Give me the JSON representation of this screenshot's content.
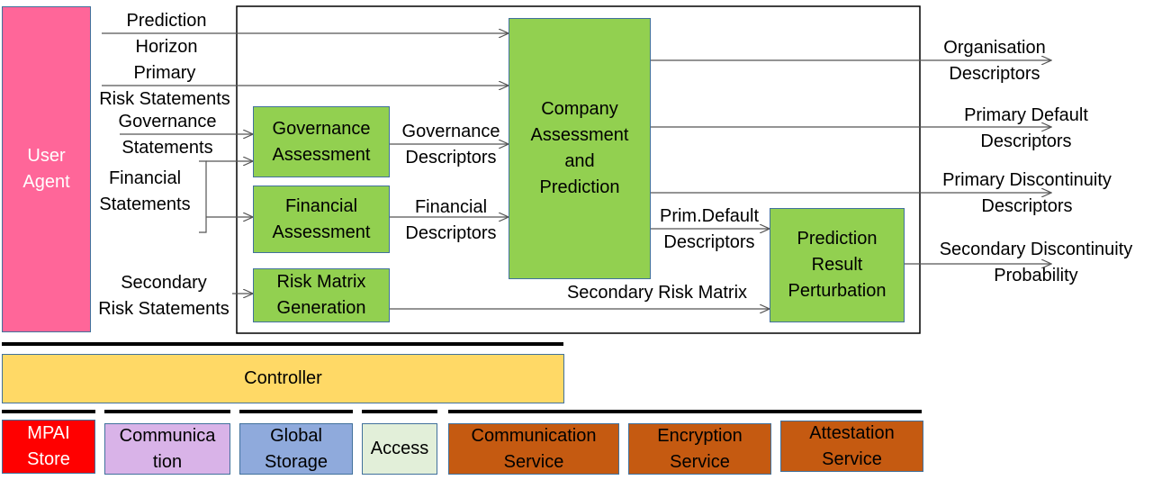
{
  "user_agent": {
    "label": "User\nAgent"
  },
  "inputs": {
    "prediction_horizon": "Prediction\nHorizon",
    "primary_risk": "Primary\nRisk Statements",
    "governance_statements": "Governance\nStatements",
    "financial_statements": "Financial\nStatements",
    "secondary_risk": "Secondary\nRisk Statements"
  },
  "modules": {
    "governance_assessment": "Governance\nAssessment",
    "financial_assessment": "Financial\nAssessment",
    "risk_matrix": "Risk Matrix\nGeneration",
    "company_assessment": "Company\nAssessment\nand\nPrediction",
    "prediction_perturbation": "Prediction\nResult\nPerturbation"
  },
  "flows": {
    "governance_descriptors": "Governance\nDescriptors",
    "financial_descriptors": "Financial\nDescriptors",
    "prim_default_descriptors": "Prim.Default\nDescriptors",
    "secondary_risk_matrix": "Secondary Risk Matrix"
  },
  "outputs": {
    "organisation": "Organisation\nDescriptors",
    "primary_default": "Primary Default\nDescriptors",
    "primary_discontinuity": "Primary Discontinuity\nDescriptors",
    "secondary_discontinuity": "Secondary Discontinuity\nProbability"
  },
  "controller": {
    "label": "Controller"
  },
  "bottom": {
    "mpai_store": "MPAI\nStore",
    "communication": "Communica\ntion",
    "global_storage": "Global\nStorage",
    "access": "Access",
    "communication_service": "Communication\nService",
    "encryption_service": "Encryption\nService",
    "attestation_service": "Attestation\nService"
  },
  "colors": {
    "user_agent": "#ff6699",
    "module_green": "#92d050",
    "controller": "#ffd966",
    "mpai_store": "#ff0000",
    "communication": "#d9b3e8",
    "global_storage": "#8faadc",
    "access": "#e2efd9",
    "services": "#c55a11"
  }
}
